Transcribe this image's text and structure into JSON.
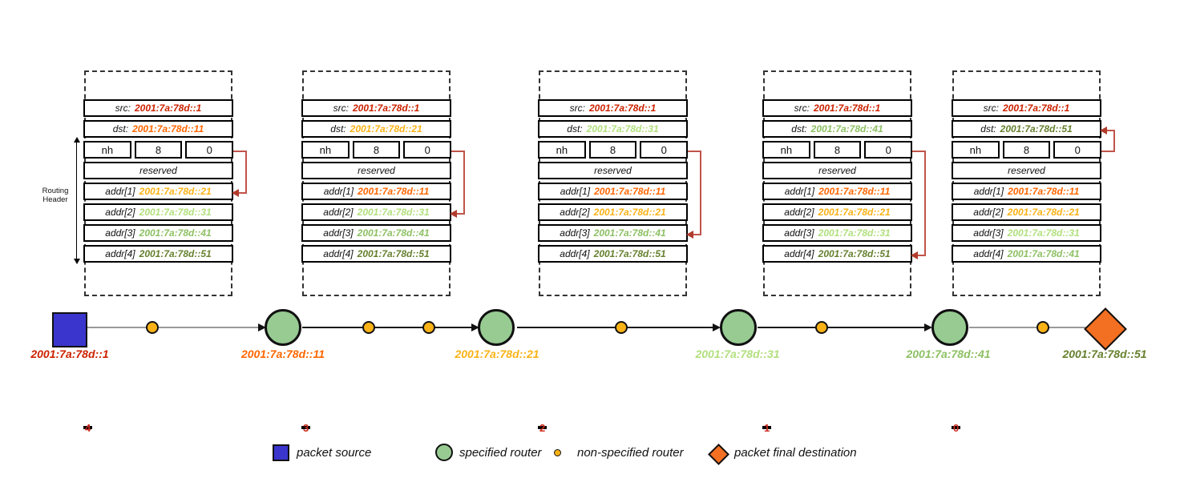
{
  "colors": {
    "ip_1": "#cc2200",
    "ip_11": "#ff6600",
    "ip_21": "#fbb216",
    "ip_31": "#b2e07e",
    "ip_41": "#8dc063",
    "ip_51": "#66802e",
    "seg_left": "#cc2b1d",
    "jump_arrow": "#c0544a",
    "source_fill": "#3a35cc",
    "router_fill": "#97cb92",
    "nonspecified_fill": "#fbb216",
    "destination_fill": "#f36f21"
  },
  "field_labels": {
    "src": "src:",
    "dst": "dst:",
    "nh": "nh",
    "reserved": "reserved"
  },
  "routing_header_bracket": {
    "line1": "Routing",
    "line2": "Header"
  },
  "packets": [
    {
      "src": "2001:7a:78d::1",
      "src_color": "#cc2200",
      "dst": "2001:7a:78d::11",
      "dst_color": "#ff6600",
      "hdr_ext_len": "8",
      "routing_type": "0",
      "segments_left": "4",
      "addrs": [
        {
          "label": "addr[1]",
          "value": "2001:7a:78d::21",
          "color": "#fbb216"
        },
        {
          "label": "addr[2]",
          "value": "2001:7a:78d::31",
          "color": "#b2e07e"
        },
        {
          "label": "addr[3]",
          "value": "2001:7a:78d::41",
          "color": "#8dc063"
        },
        {
          "label": "addr[4]",
          "value": "2001:7a:78d::51",
          "color": "#66802e"
        }
      ]
    },
    {
      "src": "2001:7a:78d::1",
      "src_color": "#cc2200",
      "dst": "2001:7a:78d::21",
      "dst_color": "#fbb216",
      "hdr_ext_len": "8",
      "routing_type": "0",
      "segments_left": "3",
      "addrs": [
        {
          "label": "addr[1]",
          "value": "2001:7a:78d::11",
          "color": "#ff6600"
        },
        {
          "label": "addr[2]",
          "value": "2001:7a:78d::31",
          "color": "#b2e07e"
        },
        {
          "label": "addr[3]",
          "value": "2001:7a:78d::41",
          "color": "#8dc063"
        },
        {
          "label": "addr[4]",
          "value": "2001:7a:78d::51",
          "color": "#66802e"
        }
      ]
    },
    {
      "src": "2001:7a:78d::1",
      "src_color": "#cc2200",
      "dst": "2001:7a:78d::31",
      "dst_color": "#b2e07e",
      "hdr_ext_len": "8",
      "routing_type": "0",
      "segments_left": "2",
      "addrs": [
        {
          "label": "addr[1]",
          "value": "2001:7a:78d::11",
          "color": "#ff6600"
        },
        {
          "label": "addr[2]",
          "value": "2001:7a:78d::21",
          "color": "#fbb216"
        },
        {
          "label": "addr[3]",
          "value": "2001:7a:78d::41",
          "color": "#8dc063"
        },
        {
          "label": "addr[4]",
          "value": "2001:7a:78d::51",
          "color": "#66802e"
        }
      ]
    },
    {
      "src": "2001:7a:78d::1",
      "src_color": "#cc2200",
      "dst": "2001:7a:78d::41",
      "dst_color": "#8dc063",
      "hdr_ext_len": "8",
      "routing_type": "0",
      "segments_left": "1",
      "addrs": [
        {
          "label": "addr[1]",
          "value": "2001:7a:78d::11",
          "color": "#ff6600"
        },
        {
          "label": "addr[2]",
          "value": "2001:7a:78d::21",
          "color": "#fbb216"
        },
        {
          "label": "addr[3]",
          "value": "2001:7a:78d::31",
          "color": "#b2e07e"
        },
        {
          "label": "addr[4]",
          "value": "2001:7a:78d::51",
          "color": "#66802e"
        }
      ]
    },
    {
      "src": "2001:7a:78d::1",
      "src_color": "#cc2200",
      "dst": "2001:7a:78d::51",
      "dst_color": "#66802e",
      "hdr_ext_len": "8",
      "routing_type": "0",
      "segments_left": "0",
      "addrs": [
        {
          "label": "addr[1]",
          "value": "2001:7a:78d::11",
          "color": "#ff6600"
        },
        {
          "label": "addr[2]",
          "value": "2001:7a:78d::21",
          "color": "#fbb216"
        },
        {
          "label": "addr[3]",
          "value": "2001:7a:78d::31",
          "color": "#b2e07e"
        },
        {
          "label": "addr[4]",
          "value": "2001:7a:78d::41",
          "color": "#8dc063"
        }
      ]
    }
  ],
  "path": {
    "nodes": [
      {
        "kind": "packet-source",
        "label": "2001:7a:78d::1",
        "color": "#cc2200"
      },
      {
        "kind": "specified-router",
        "label": "2001:7a:78d::11",
        "color": "#ff6600"
      },
      {
        "kind": "specified-router",
        "label": "2001:7a:78d::21",
        "color": "#fbb216"
      },
      {
        "kind": "specified-router",
        "label": "2001:7a:78d::31",
        "color": "#b2e07e"
      },
      {
        "kind": "specified-router",
        "label": "2001:7a:78d::41",
        "color": "#8dc063"
      },
      {
        "kind": "packet-final-destination",
        "label": "2001:7a:78d::51",
        "color": "#66802e"
      }
    ],
    "nonspecified_router_counts_between_hops": [
      1,
      2,
      1,
      1,
      1
    ]
  },
  "legend": {
    "items": [
      {
        "label": "packet source"
      },
      {
        "label": "specified router"
      },
      {
        "label": "non-specified router"
      },
      {
        "label": "packet final destination"
      }
    ]
  }
}
